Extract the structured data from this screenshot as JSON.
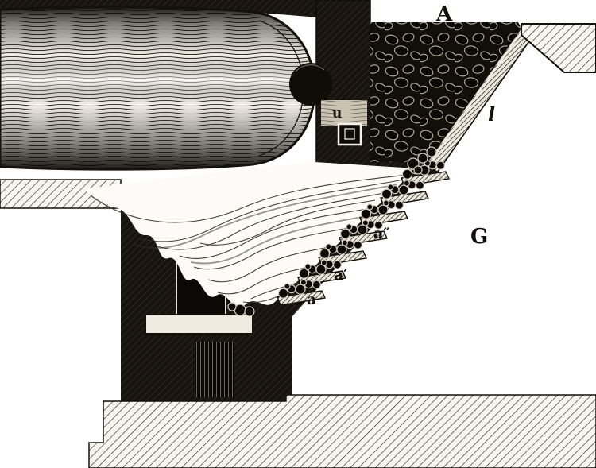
{
  "figure": {
    "labels": {
      "hopper": "A",
      "chute": "l",
      "gas_space": "G",
      "feed_regulator": "u",
      "grate_step_lower": "a",
      "grate_step_middle": "a′",
      "grate_step_upper": "a″"
    }
  },
  "colors": {
    "ink": "#14110c",
    "paper": "#ffffff"
  }
}
